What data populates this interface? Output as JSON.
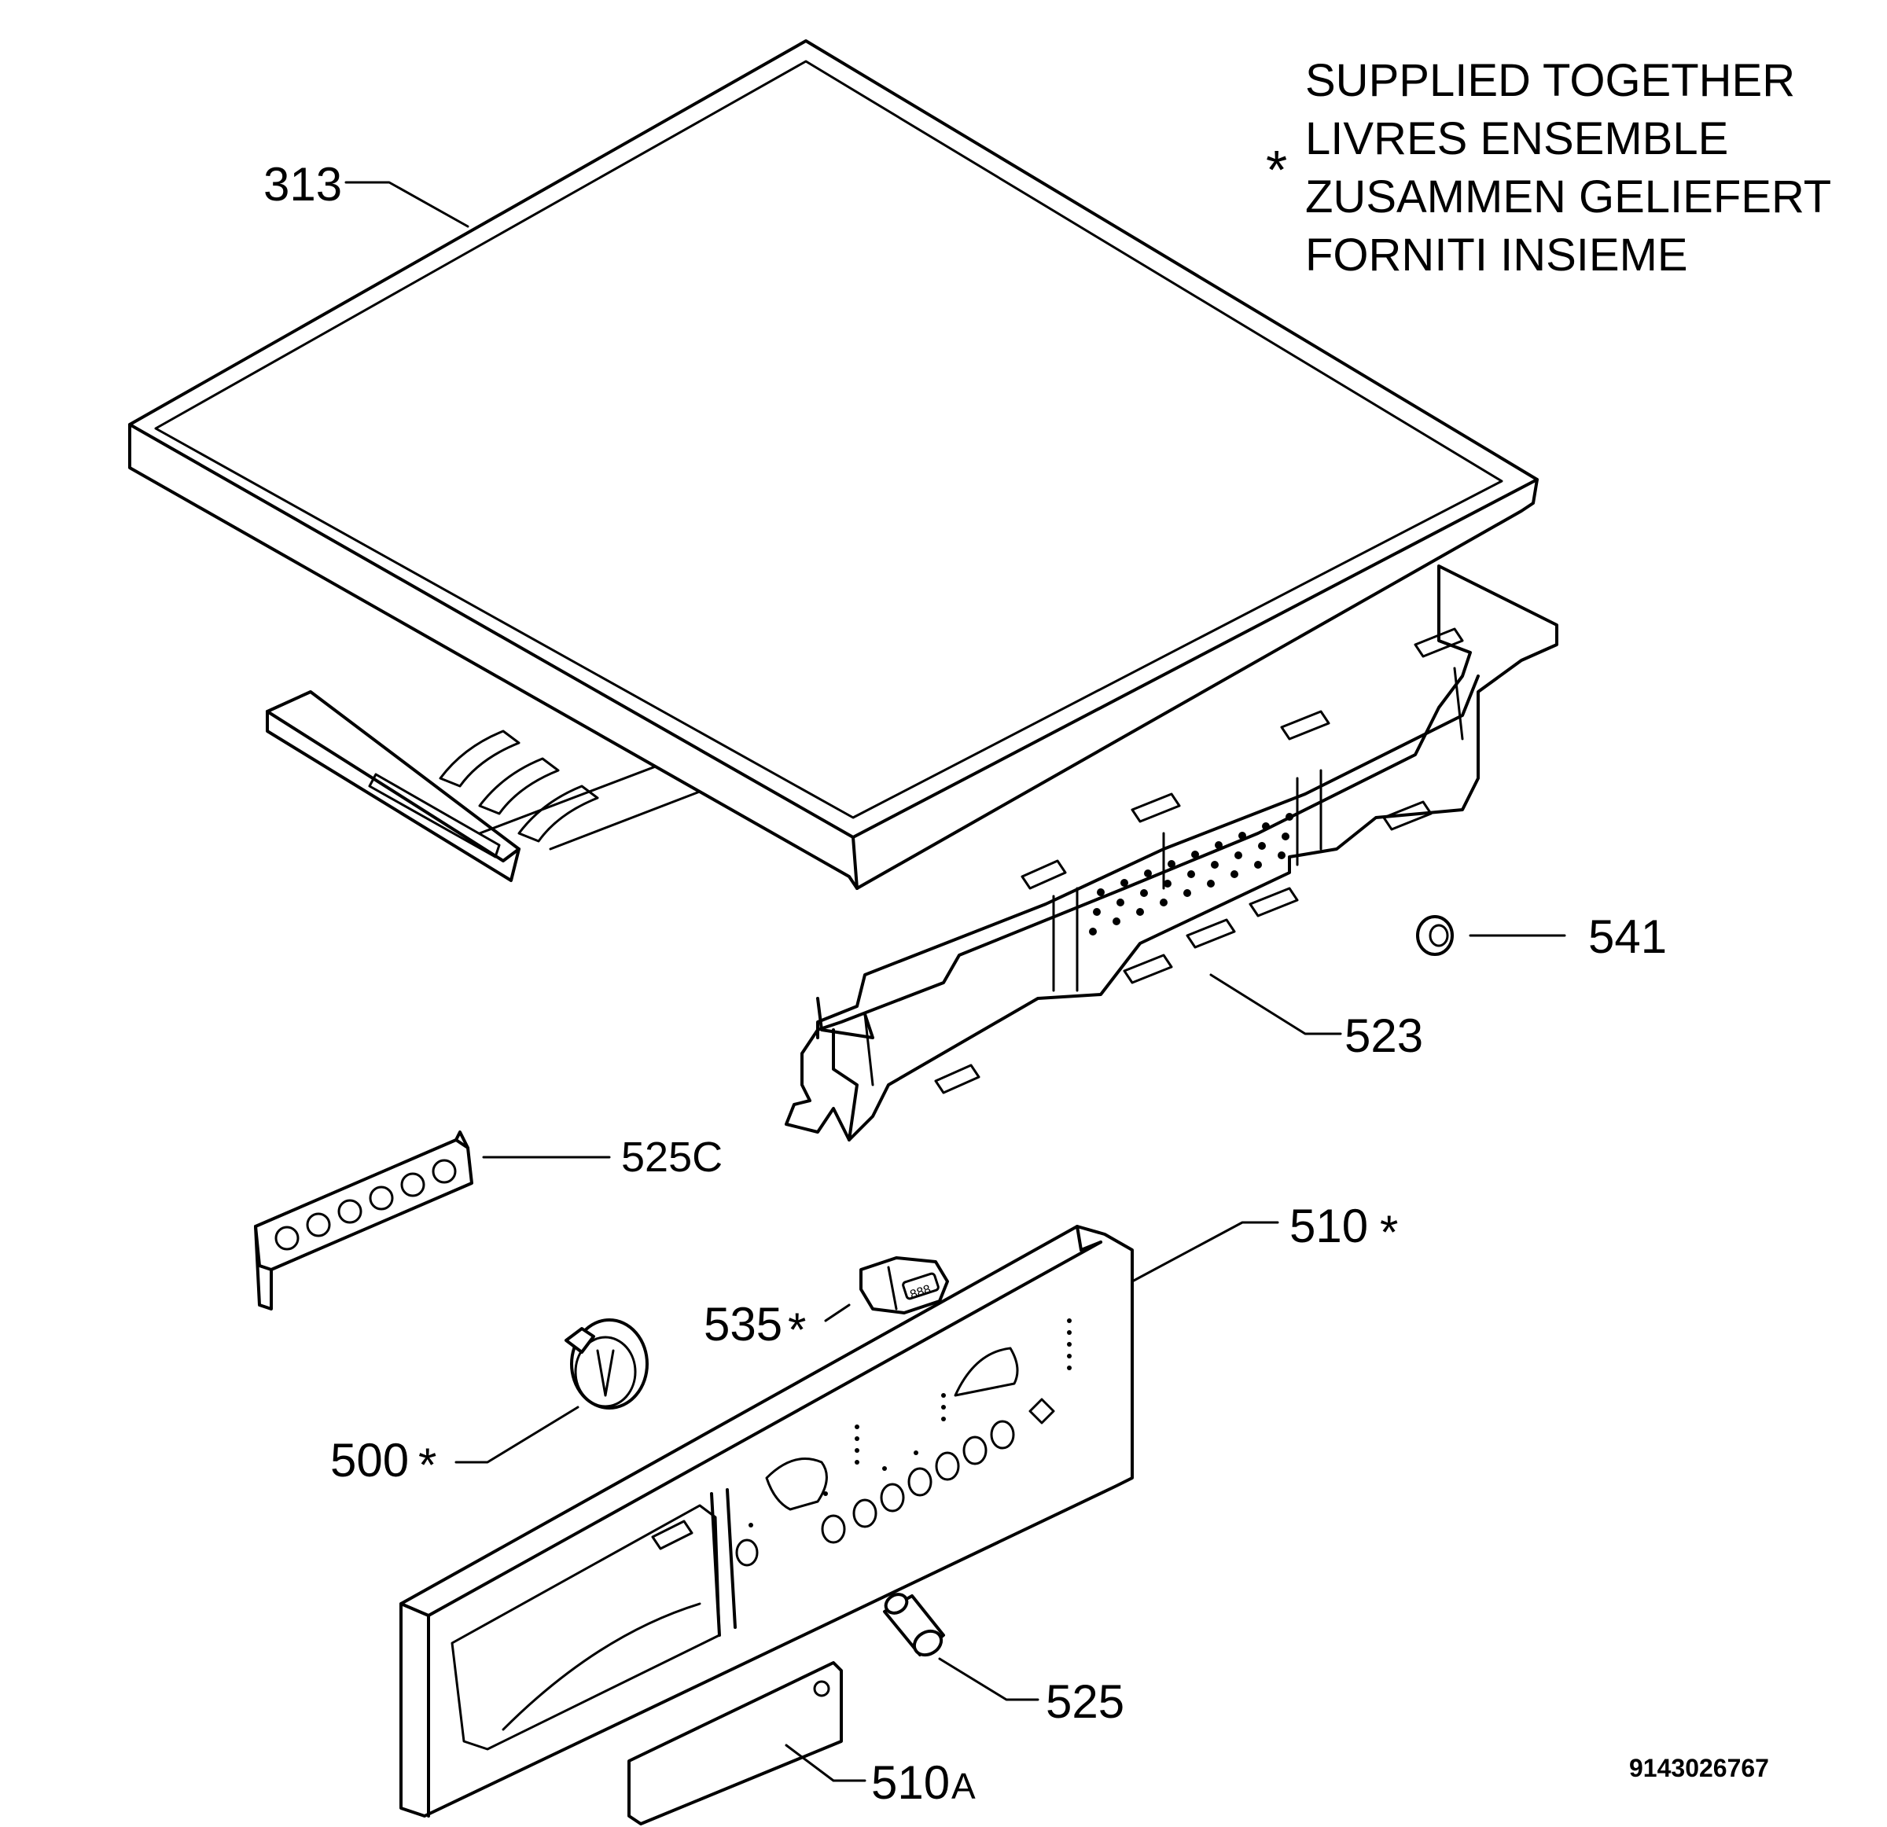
{
  "legend": {
    "symbol": "*",
    "lines": [
      "SUPPLIED TOGETHER",
      "LIVRES ENSEMBLE",
      "ZUSAMMEN GELIEFERT",
      "FORNITI INSIEME"
    ]
  },
  "parts": {
    "p313": "313",
    "p541": "541",
    "p523": "523",
    "p525c": "525C",
    "p510": "510",
    "p535": "535",
    "p500": "500",
    "p525": "525",
    "p510a": "510",
    "p510a_suffix": "A",
    "star": "*"
  },
  "doc_number": "9143026767",
  "display_digits": "888"
}
